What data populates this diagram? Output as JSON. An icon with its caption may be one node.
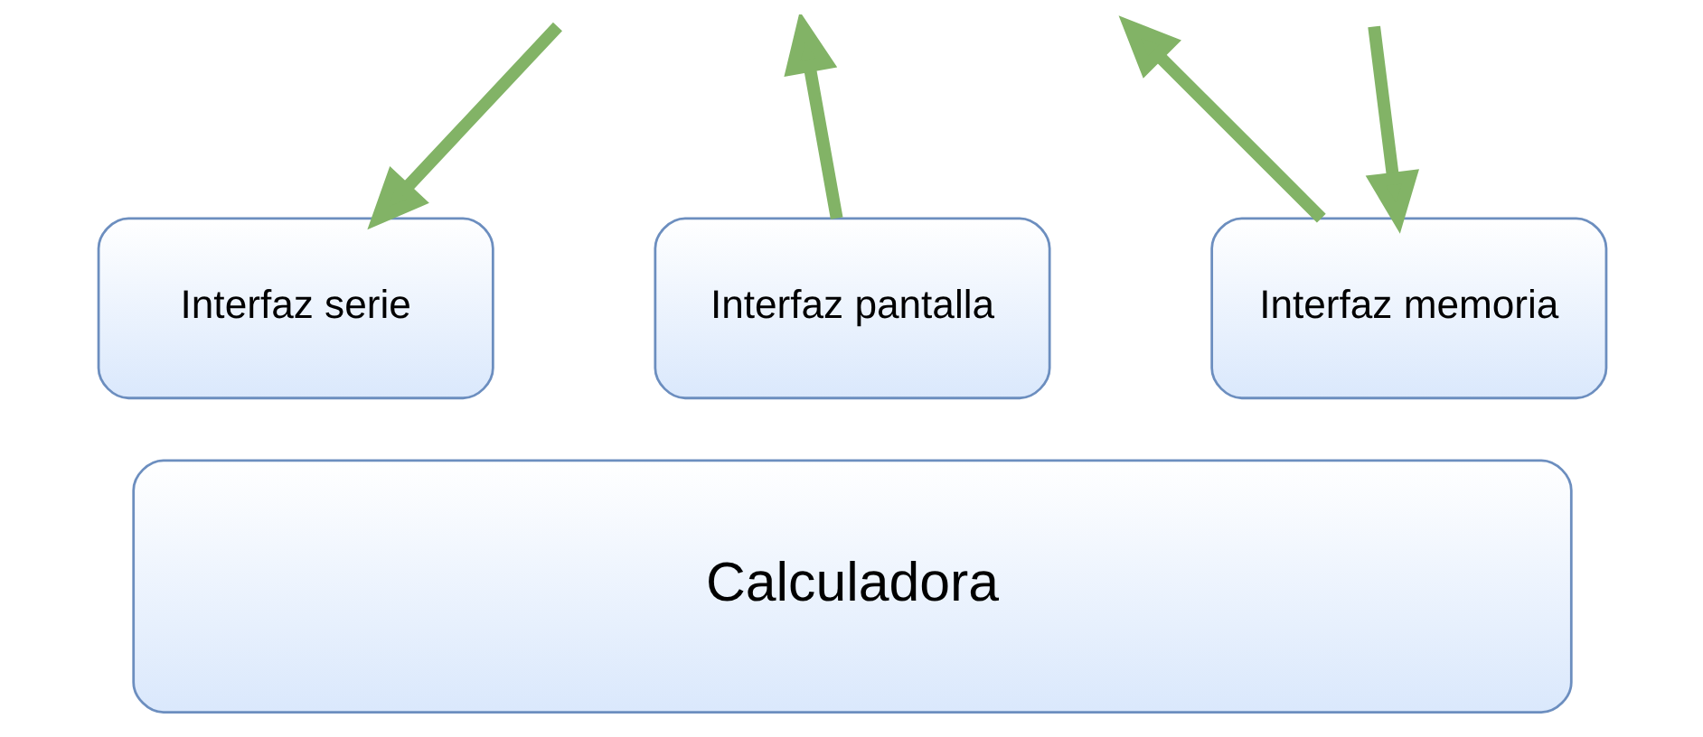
{
  "diagram": {
    "nodes": [
      {
        "text": [
          "Interfaz serie"
        ]
      },
      {
        "text": [
          "Interfaz pantalla"
        ]
      },
      {
        "text": [
          "Interfaz memoria"
        ]
      },
      {
        "text": [
          "Calculadora"
        ]
      }
    ],
    "edges": [
      {
        "from": null,
        "to": 0,
        "arrow": "to"
      },
      {
        "from": 1,
        "to": null,
        "arrow": "to"
      },
      {
        "from": 2,
        "to": null,
        "arrow": "to"
      },
      {
        "from": null,
        "to": 2,
        "arrow": "to"
      }
    ]
  }
}
